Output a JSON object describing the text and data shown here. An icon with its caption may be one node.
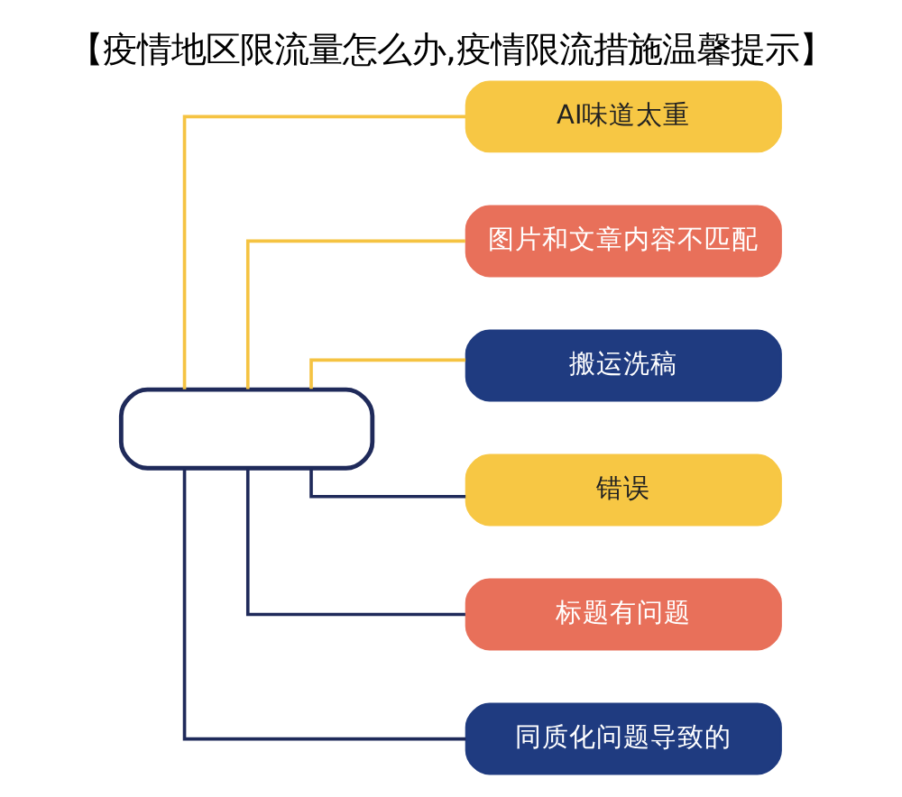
{
  "diagram": {
    "title": "【疫情地区限流量怎么办,疫情限流措施温馨提示】",
    "nodes": [
      {
        "text": [],
        "shape": "box"
      },
      {
        "text": [
          "AI味道太重"
        ]
      },
      {
        "text": [
          "图片和文章内容不匹配"
        ]
      },
      {
        "text": [
          "搬运洗稿"
        ]
      },
      {
        "text": [
          "错误"
        ]
      },
      {
        "text": [
          "标题有问题"
        ]
      },
      {
        "text": [
          "同质化问题导致的"
        ]
      }
    ],
    "edges": [
      {
        "from": 0,
        "to": 1,
        "arrow": "none",
        "color": "#f5c342"
      },
      {
        "from": 0,
        "to": 2,
        "arrow": "none",
        "color": "#f5c342"
      },
      {
        "from": 0,
        "to": 3,
        "arrow": "none",
        "color": "#f5c342"
      },
      {
        "from": 0,
        "to": 4,
        "arrow": "none",
        "color": "#1f2a5a"
      },
      {
        "from": 0,
        "to": 5,
        "arrow": "none",
        "color": "#1f2a5a"
      },
      {
        "from": 0,
        "to": 6,
        "arrow": "none",
        "color": "#1f2a5a"
      }
    ]
  }
}
